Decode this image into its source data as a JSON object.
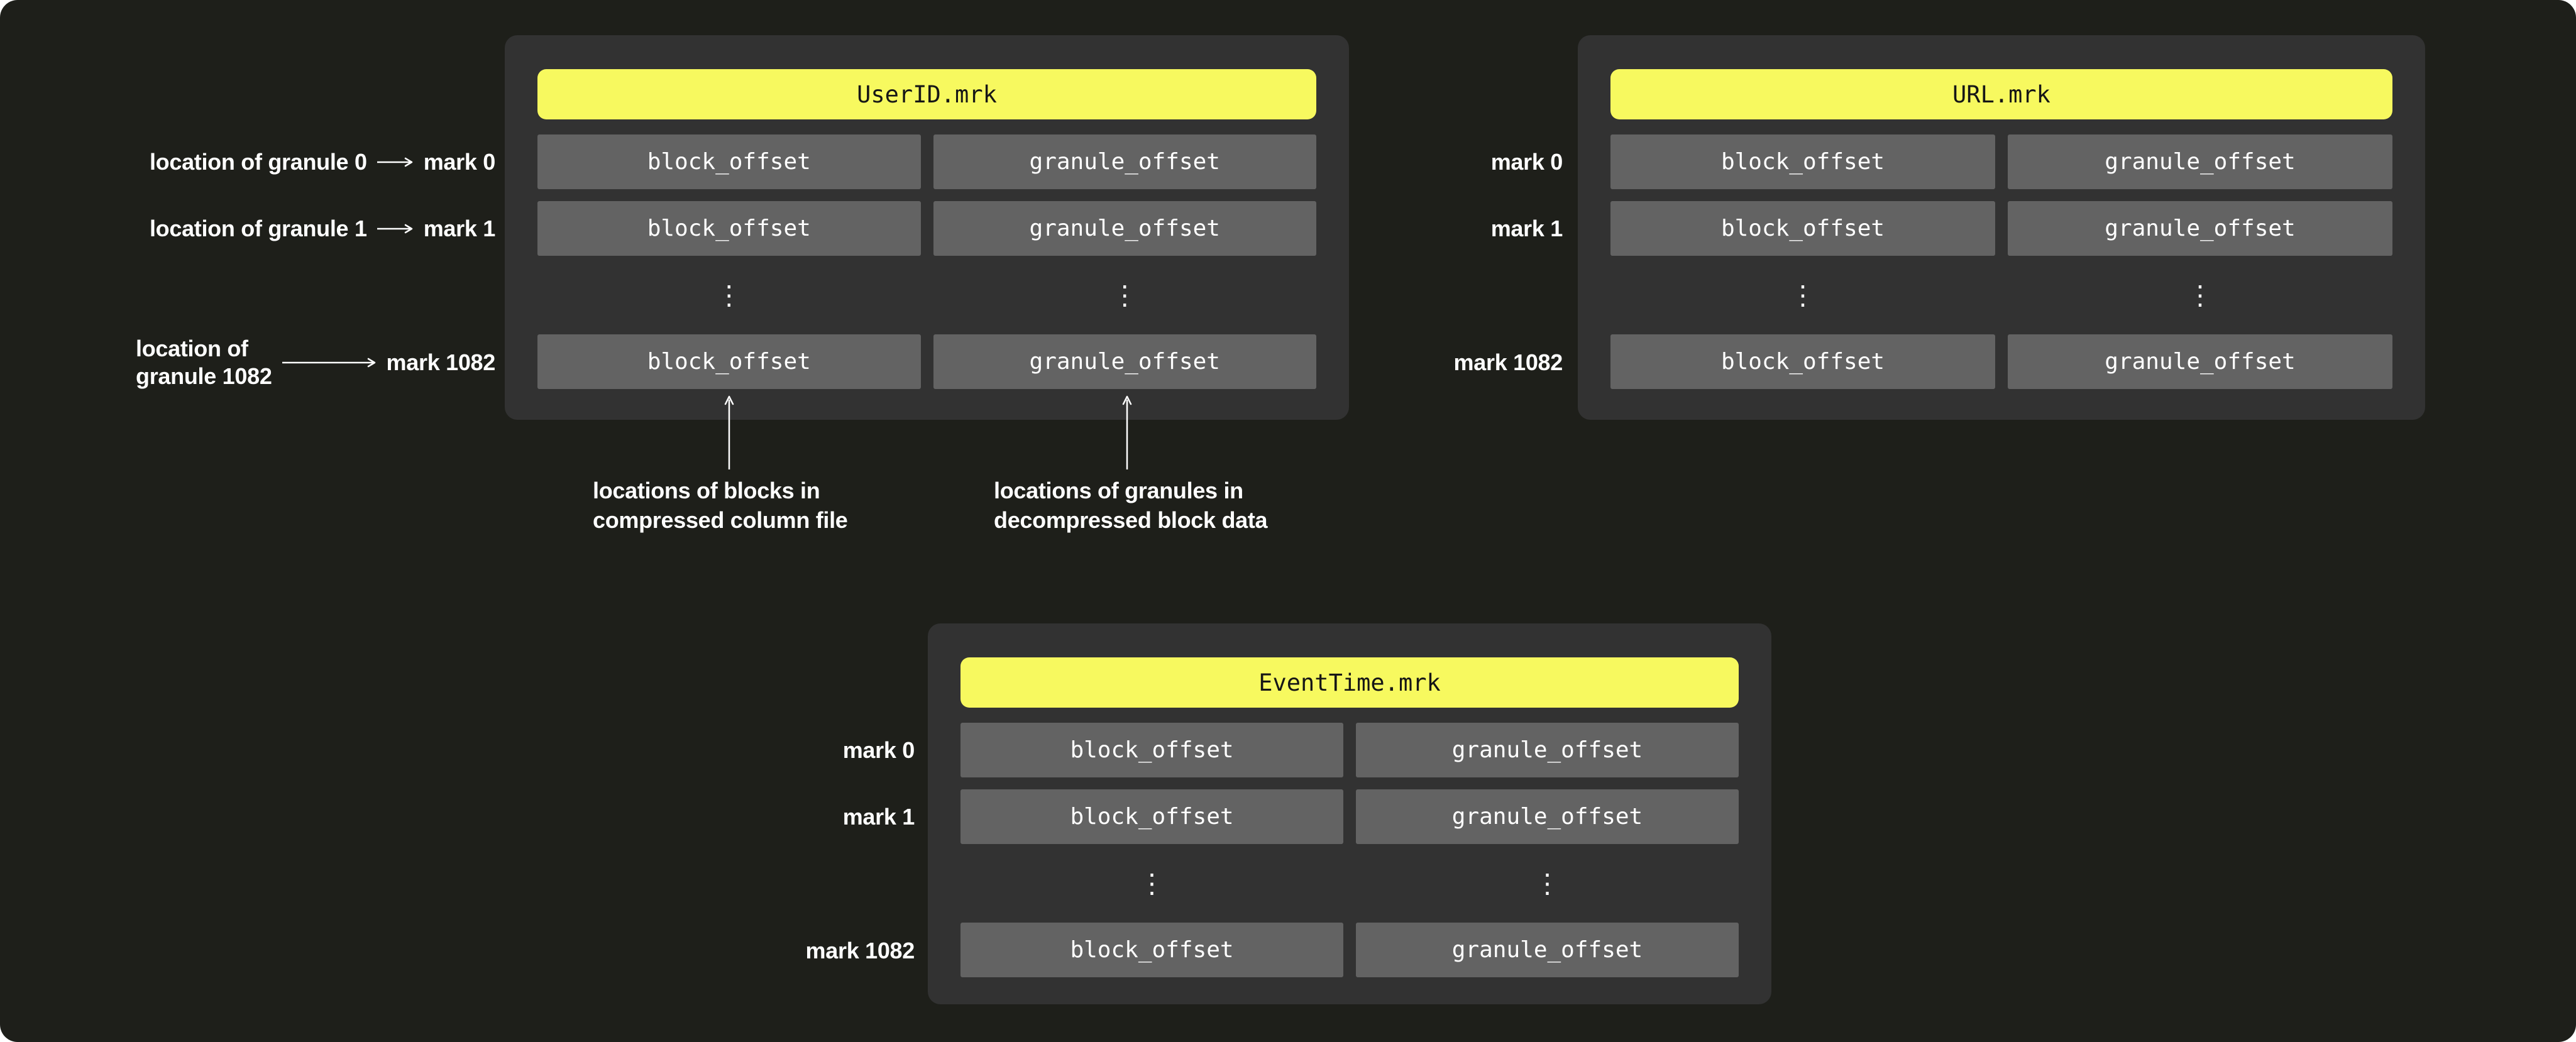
{
  "colors": {
    "background": "#1e1f1a",
    "panel": "#323232",
    "cell": "#636363",
    "highlight_yellow": "#f7f95f",
    "header_text": "#161616",
    "label_text": "#ffffff"
  },
  "cells": {
    "block": "block_offset",
    "granule": "granule_offset",
    "ellipsis": "⋮"
  },
  "panels": {
    "userid": {
      "title": "UserID.mrk"
    },
    "url": {
      "title": "URL.mrk"
    },
    "eventtime": {
      "title": "EventTime.mrk"
    }
  },
  "callouts": [
    {
      "label": "location of granule 0",
      "mark": "mark 0"
    },
    {
      "label": "location of granule 1",
      "mark": "mark 1"
    },
    {
      "label_line1": "location of",
      "label_line2": "granule 1082",
      "mark": "mark 1082"
    }
  ],
  "url_marks": [
    "mark 0",
    "mark 1",
    "mark 1082"
  ],
  "eventtime_marks": [
    "mark 0",
    "mark 1",
    "mark 1082"
  ],
  "footnotes": [
    {
      "line1": "locations of blocks in",
      "line2": "compressed column file"
    },
    {
      "line1": "locations of granules in",
      "line2": "decompressed block data"
    }
  ]
}
